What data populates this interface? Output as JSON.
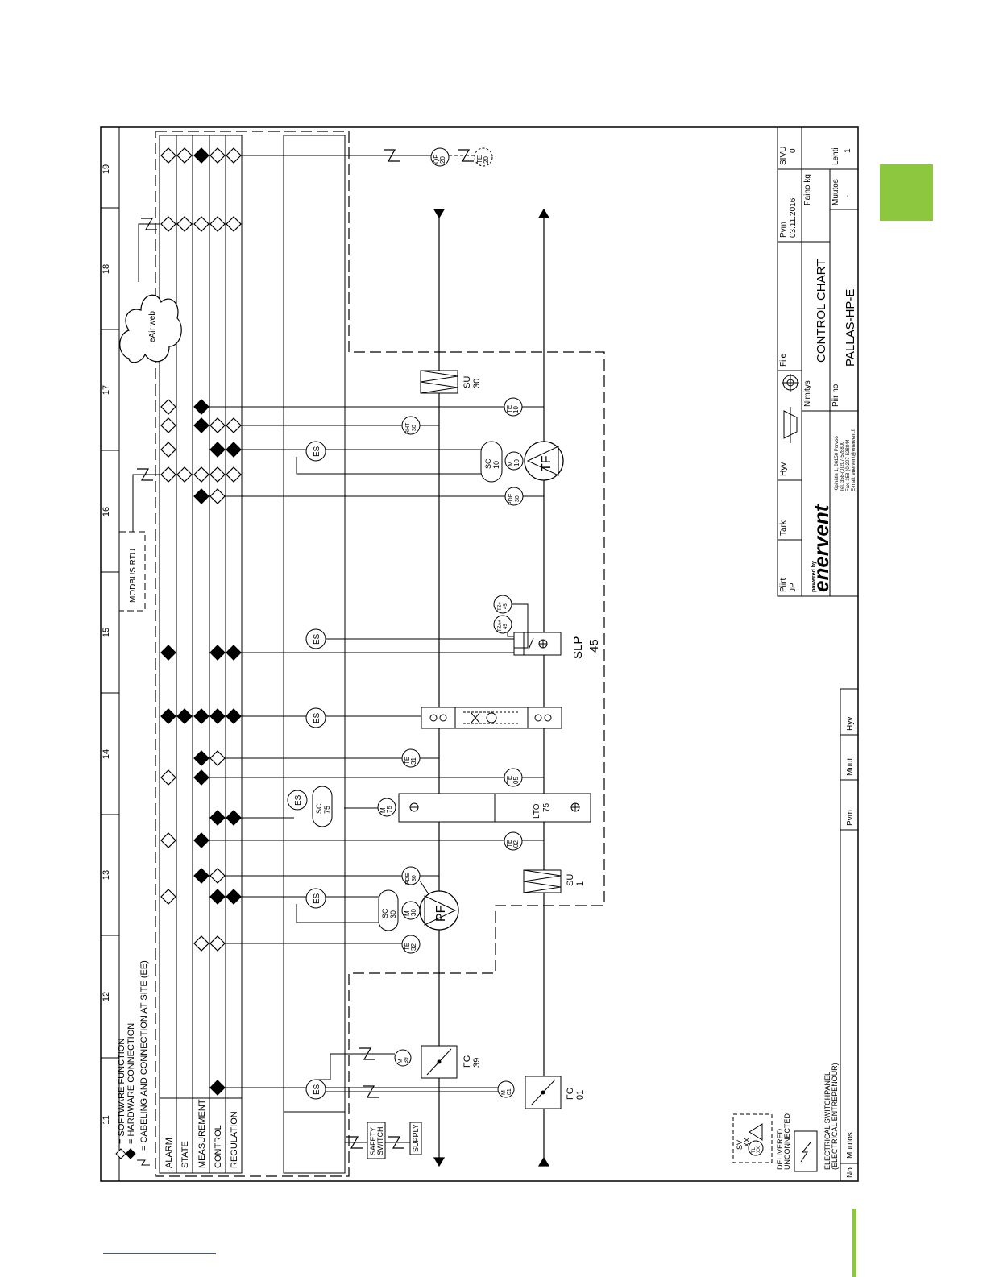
{
  "colors": {
    "accent": "#8dc63f",
    "line": "#000000",
    "link": "#3355cc"
  },
  "columns": [
    "11",
    "12",
    "13",
    "14",
    "15",
    "16",
    "17",
    "18",
    "19"
  ],
  "legend": {
    "software": "= SOFTWARE FUNCTION",
    "hardware": "= HARDWARE CONNECTION",
    "cabling": "= CABELING AND CONNECTION AT SITE (EE)"
  },
  "rows": [
    "ALARM",
    "STATE",
    "MEASUREMENT",
    "CONTROL",
    "REGULATION"
  ],
  "boxes": {
    "safety1": "SAFETY",
    "safety2": "SWITCH",
    "supply": "SUPPLY",
    "modbus": "MODBUS RTU",
    "cloud": "eAir web"
  },
  "components": {
    "fg01": [
      "FG",
      "01"
    ],
    "m01": [
      "M",
      "01"
    ],
    "fg39": [
      "FG",
      "39"
    ],
    "m39": [
      "M",
      "39"
    ],
    "te32": [
      "TE",
      "32"
    ],
    "su1": [
      "SU",
      "1"
    ],
    "sc30": [
      "SC",
      "30"
    ],
    "m30": [
      "M",
      "30"
    ],
    "pf": "PF",
    "pde30a": [
      "PDE",
      "30"
    ],
    "te02": [
      "TE",
      "02"
    ],
    "lto": [
      "LTO",
      "75"
    ],
    "m75": [
      "M",
      "75"
    ],
    "sc75": [
      "SC",
      "75"
    ],
    "te05": [
      "TE",
      "05"
    ],
    "te31": [
      "TE",
      "31"
    ],
    "slp": [
      "SLP",
      "45"
    ],
    "tza": [
      "TZA+",
      "45"
    ],
    "tz": [
      "TZ+",
      "45"
    ],
    "pde30b": [
      "PDE",
      "30"
    ],
    "sc10": [
      "SC",
      "10"
    ],
    "m10": [
      "M",
      "10"
    ],
    "tf": "TF",
    "rht30": [
      "RHT",
      "30"
    ],
    "te10": [
      "TE",
      "10"
    ],
    "su30": [
      "SU",
      "30"
    ],
    "qp20": [
      "QP",
      "20"
    ],
    "te20": [
      "TE",
      "20"
    ],
    "es": "ES"
  },
  "site_legend": {
    "sv": "SV",
    "xx": "XX",
    "tl": "TL",
    "xx2": "XX",
    "delivered": "DELIVERED",
    "unconnected": "UNCONNECTED",
    "panel1": "ELECTRICAL SWITCHPANEL",
    "panel2": "(ELECTRICAL ENTREPENOUR)"
  },
  "revision_table": {
    "no": "No",
    "muutos": "Muutos",
    "pvm": "Pvm",
    "muut": "Muut",
    "hyv": "Hyv"
  },
  "title_block": {
    "piirt": "Piirt",
    "piirt_val": "JP",
    "tark": "Tark",
    "hyv": "Hyv",
    "file": "File",
    "pvm": "Pvm",
    "pvm_val": "03.11.2016",
    "sivu": "SIVU",
    "sivu_val": "0",
    "nimitys": "Nimitys",
    "title": "CONTROL CHART",
    "paino": "Paino kg",
    "piir_no": "Piir no",
    "drawing_no": "PALLAS-HP-E",
    "muutos": "Muutos",
    "muutos_val": "-",
    "lehti": "Lehti",
    "lehti_val": "1",
    "brand_small": "powered by",
    "brand": "enervent",
    "address1": "Kipinätie 1, 06150 Porvoo",
    "address2": "Tel. 358-(0)207-528800",
    "address3": "Fax. 358-(0)207-528844",
    "address4": "E-mail: enervent@enervent.fi"
  }
}
